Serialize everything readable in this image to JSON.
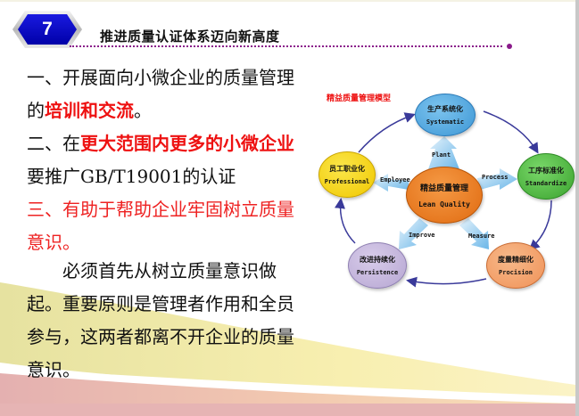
{
  "header": {
    "number": "7",
    "title": "推进质量认证体系迈向新高度",
    "accent_color": "#8a1a8a",
    "badge_color": "#0a0ad0"
  },
  "content": {
    "p1": {
      "prefix": "一、开展面向小微企业的质量管理的",
      "highlight": "培训和交流",
      "suffix": "。"
    },
    "p2": {
      "prefix": "二、在",
      "highlight": "更大范围内更多的小微企业",
      "suffix": "要推广GB/T19001的认证"
    },
    "p3": {
      "text": "三、有助于帮助企业牢固树立质量意识。"
    },
    "p4": {
      "text": "必须首先从树立质量意识做起。重要原则是管理者作用和全员参与，这两者都离不开企业的质量意识。"
    },
    "highlight_color": "#ee1111"
  },
  "diagram": {
    "title": "精益质量管理模型",
    "center": {
      "cn": "精益质量管理",
      "en": "Lean Quality"
    },
    "nodes": {
      "top": {
        "cn": "生产系统化",
        "en": "Systematic"
      },
      "right": {
        "cn": "工序标准化",
        "en": "Standardize"
      },
      "bottom_right": {
        "cn": "度量精细化",
        "en": "Procision"
      },
      "bottom_left": {
        "cn": "改进持续化",
        "en": "Persistence"
      },
      "left": {
        "cn": "员工职业化",
        "en": "Professional"
      }
    },
    "arrows": {
      "plant": "Plant",
      "process": "Process",
      "measure": "Measure",
      "improve": "Improve",
      "employee": "Employee"
    }
  }
}
